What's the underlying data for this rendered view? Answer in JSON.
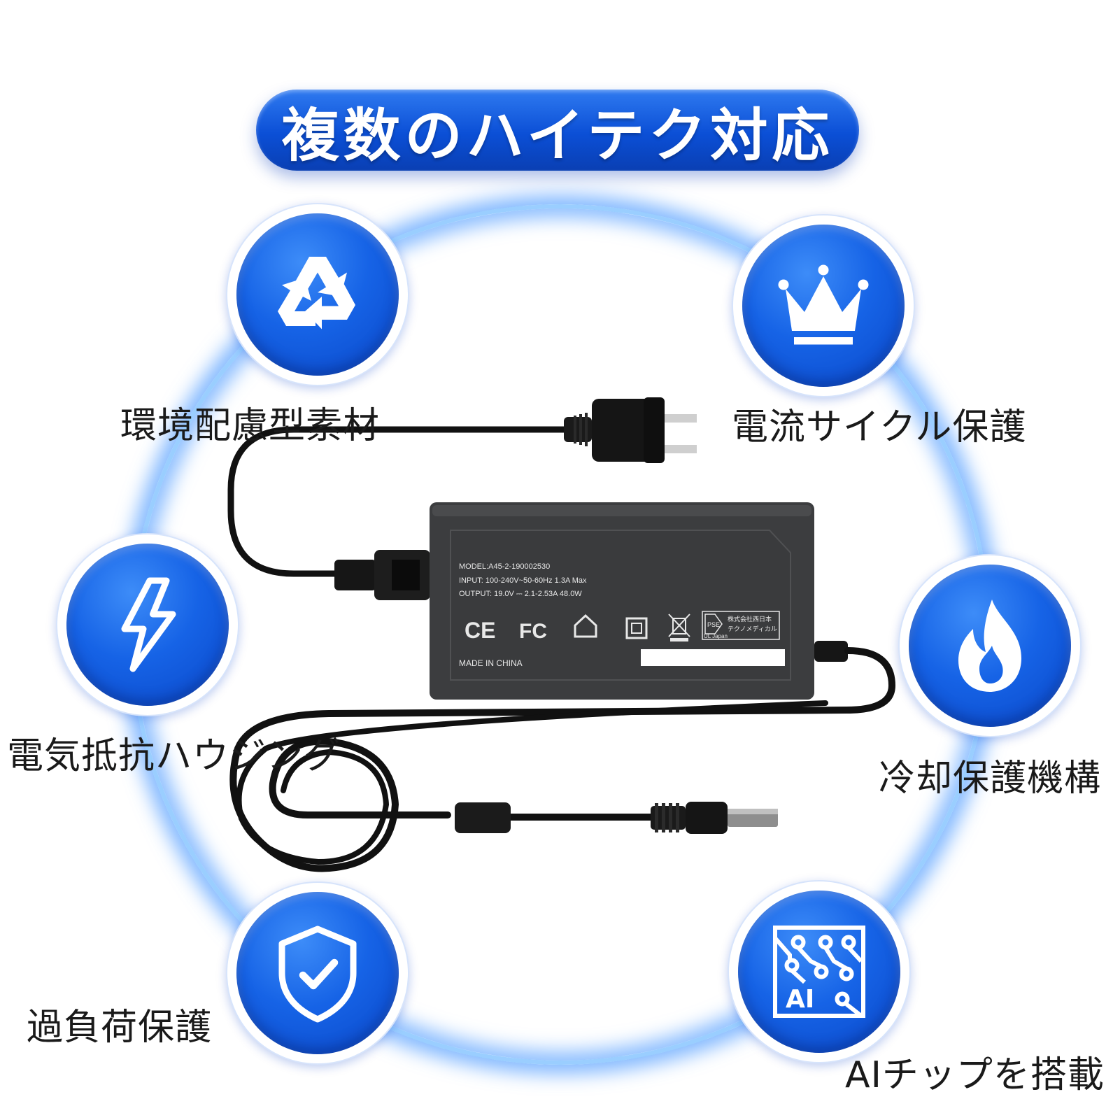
{
  "title": "複数のハイテク対応",
  "features": [
    {
      "label": "環境配慮型素材",
      "icon": "recycle-icon"
    },
    {
      "label": "電流サイクル保護",
      "icon": "crown-icon"
    },
    {
      "label": "電気抵抗ハウジング",
      "icon": "lightning-icon"
    },
    {
      "label": "冷却保護機構",
      "icon": "flame-icon"
    },
    {
      "label": "過負荷保護",
      "icon": "shield-check-icon"
    },
    {
      "label": "AIチップを搭載",
      "icon": "ai-chip-icon"
    }
  ],
  "ai_chip_text": "AI",
  "adapter_label": {
    "model": "MODEL:A45-2-190002530",
    "input": "INPUT: 100-240V~50-60Hz 1.3A Max",
    "output": "OUTPUT: 19.0V ⎓ 2.1-2.53A 48.0W",
    "made_in": "MADE IN CHINA",
    "ce": "CE",
    "fc": "FC",
    "pse": "PSE",
    "ul_japan": "UL Japan",
    "company_line1": "株式会社西日本",
    "company_line2": "テクノメディカル"
  },
  "colors": {
    "accent_blue": "#1663e6",
    "ring_glow": "#4696ff",
    "label_text": "#1a1a1a",
    "adapter_body": "#3c3d3f"
  }
}
